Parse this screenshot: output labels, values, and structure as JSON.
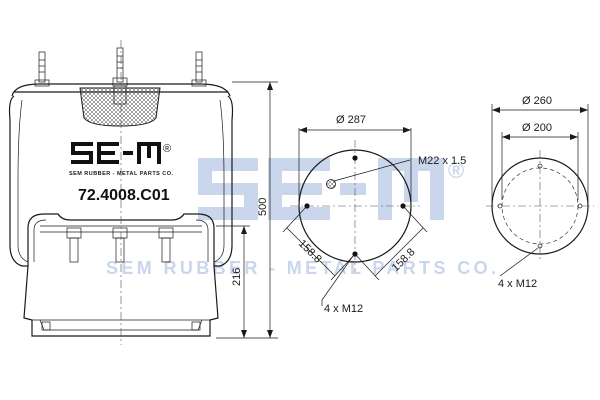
{
  "brand": {
    "logo_text": "SE-M",
    "registered_mark": "®",
    "company_small": "SEM RUBBER - METAL PARTS CO."
  },
  "part_number": "72.4008.C01",
  "watermark": {
    "logo_text": "SE-M",
    "registered_mark": "®",
    "company": "SEM RUBBER - METAL PARTS CO."
  },
  "dimensions": {
    "height_total": "500",
    "height_lower": "216",
    "top_plate_diameter": "Ø 287",
    "bottom_outer_diameter": "Ø 260",
    "bottom_inner_diameter": "Ø 200",
    "thread_center": "M22 x 1.5",
    "bolt_spacing_left": "158.8",
    "bolt_spacing_right": "158.8",
    "top_bolts": "4 x M12",
    "bottom_bolts": "4 x M12"
  },
  "colors": {
    "line": "#1a1a1a",
    "watermark": "#c9d6ec"
  }
}
